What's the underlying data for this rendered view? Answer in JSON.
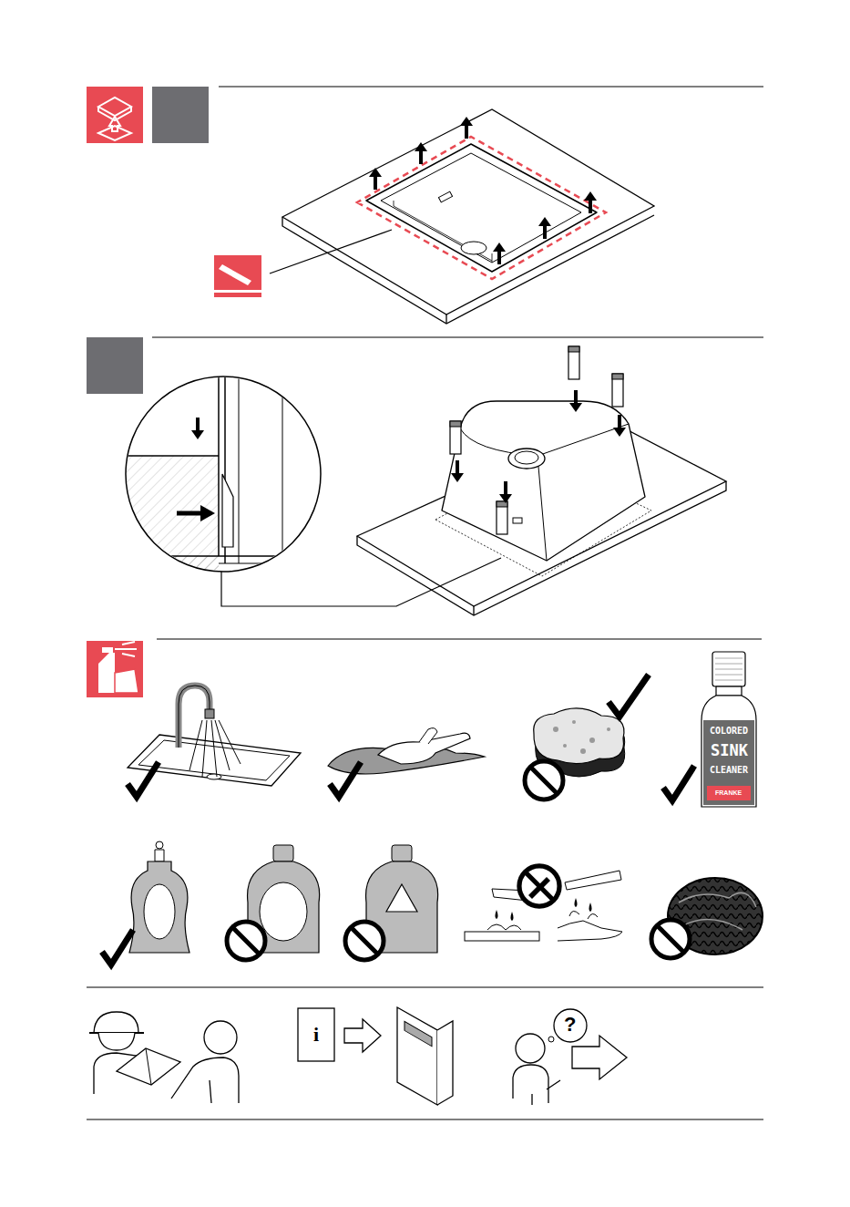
{
  "diagram": {
    "labels": [
      "COLORED",
      "SINK",
      "CLEANER",
      "FRANKE",
      "i",
      "?"
    ]
  }
}
